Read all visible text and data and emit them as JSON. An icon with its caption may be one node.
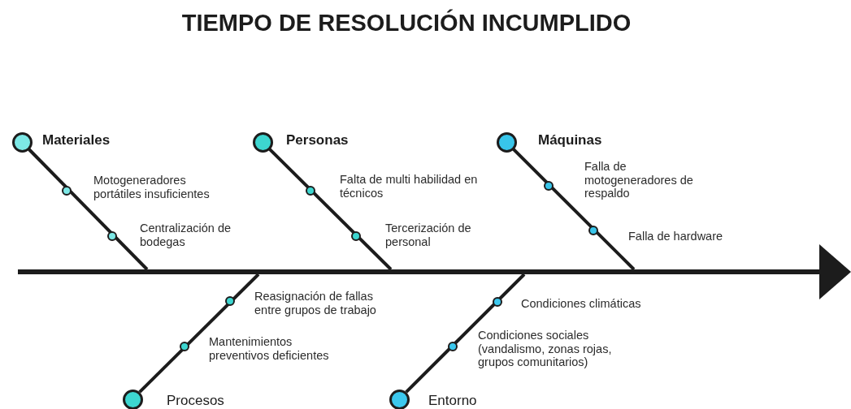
{
  "diagram": {
    "title": "TIEMPO DE RESOLUCIÓN INCUMPLIDO",
    "nodes": [
      {
        "text": [
          "Materiales"
        ],
        "beside": [
          "Motogeneradores portátiles insuficientes",
          "Centralización de bodegas"
        ]
      },
      {
        "text": [
          "Personas"
        ],
        "beside": [
          "Falta de multi habilidad en técnicos",
          "Tercerización de personal"
        ]
      },
      {
        "text": [
          "Máquinas"
        ],
        "beside": [
          "Falla de motogeneradores de respaldo",
          "Falla de hardware"
        ]
      },
      {
        "text": [],
        "shape": "bar"
      },
      {
        "text": [
          "Procesos"
        ],
        "beside": [
          "Reasignación de fallas entre grupos de trabajo",
          "Mantenimientos preventivos deficientes"
        ]
      },
      {
        "text": [
          "Entorno"
        ],
        "beside": [
          "Condiciones climáticas",
          "Condiciones sociales (vandalismo, zonas rojas, grupos comunitarios)"
        ]
      }
    ],
    "edges": [
      {
        "from": 0,
        "to": 3,
        "arrow": "none"
      },
      {
        "from": 1,
        "to": 3,
        "arrow": "none"
      },
      {
        "from": 2,
        "to": 3,
        "arrow": "none"
      },
      {
        "from": 4,
        "to": 3,
        "arrow": "none"
      },
      {
        "from": 5,
        "to": 3,
        "arrow": "none"
      }
    ]
  }
}
